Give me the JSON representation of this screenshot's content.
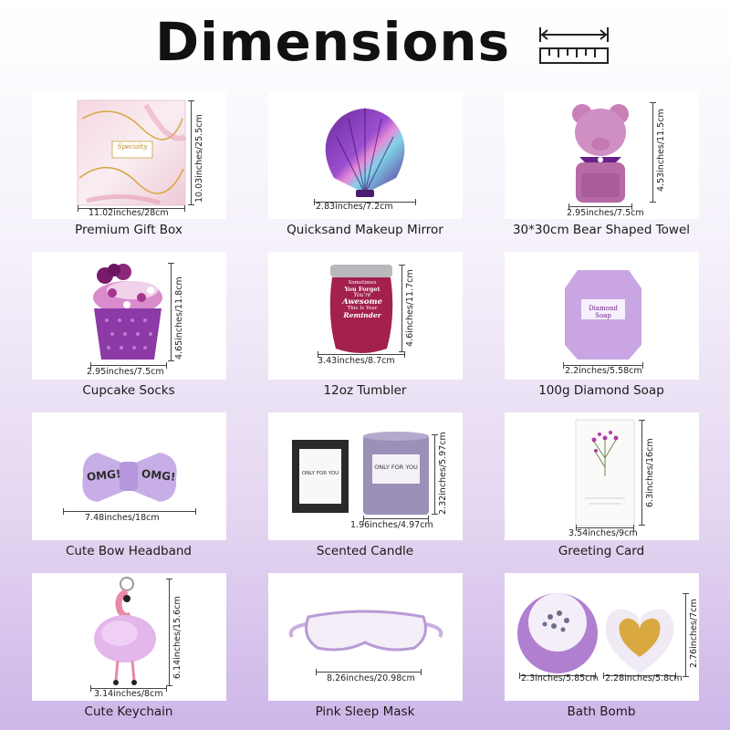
{
  "page": {
    "title": "Dimensions"
  },
  "items": [
    {
      "name": "Premium Gift Box",
      "width": "11.02inches/28cm",
      "height": "10.03inches/25.5cm",
      "box_brand": "Specialty"
    },
    {
      "name": "Quicksand Makeup Mirror",
      "width": "2.83inches/7.2cm"
    },
    {
      "name": "30*30cm Bear Shaped Towel",
      "width": "2.95inches/7.5cm",
      "height": "4.53inches/11.5cm"
    },
    {
      "name": "Cupcake Socks",
      "width": "2.95inches/7.5cm",
      "height": "4.65inches/11.8cm"
    },
    {
      "name": "12oz Tumbler",
      "width": "3.43inches/8.7cm",
      "height": "4.6inches/11.7cm",
      "print": [
        "Sometimes",
        "You Forget",
        "You're",
        "Awesome",
        "This Is Your",
        "Reminder"
      ]
    },
    {
      "name": "100g Diamond Soap",
      "width": "2.2inches/5.58cm",
      "soap_text": "Diamond Soap"
    },
    {
      "name": "Cute Bow Headband",
      "width": "7.48inches/18cm",
      "band_text": "OMG!"
    },
    {
      "name": "Scented Candle",
      "width": "1.96inches/4.97cm",
      "height": "2.32inches/5.97cm",
      "candle_text": "ONLY FOR YOU"
    },
    {
      "name": "Greeting Card",
      "width": "3.54inches/9cm",
      "height": "6.3inches/16cm"
    },
    {
      "name": "Cute Keychain",
      "width": "3.14inches/8cm",
      "height": "6.14inches/15.6cm"
    },
    {
      "name": "Pink Sleep Mask",
      "width": "8.26inches/20.98cm"
    },
    {
      "name": "Bath Bomb",
      "width_a": "2.3inches/5.85cm",
      "width_b": "2.28inches/5.8cm",
      "height": "2.76inches/7cm"
    }
  ],
  "colors": {
    "accent": "#8e3fb5",
    "purple_dark": "#6a1f8a",
    "lavender": "#c9a6e3",
    "tumbler": "#a3204f"
  }
}
